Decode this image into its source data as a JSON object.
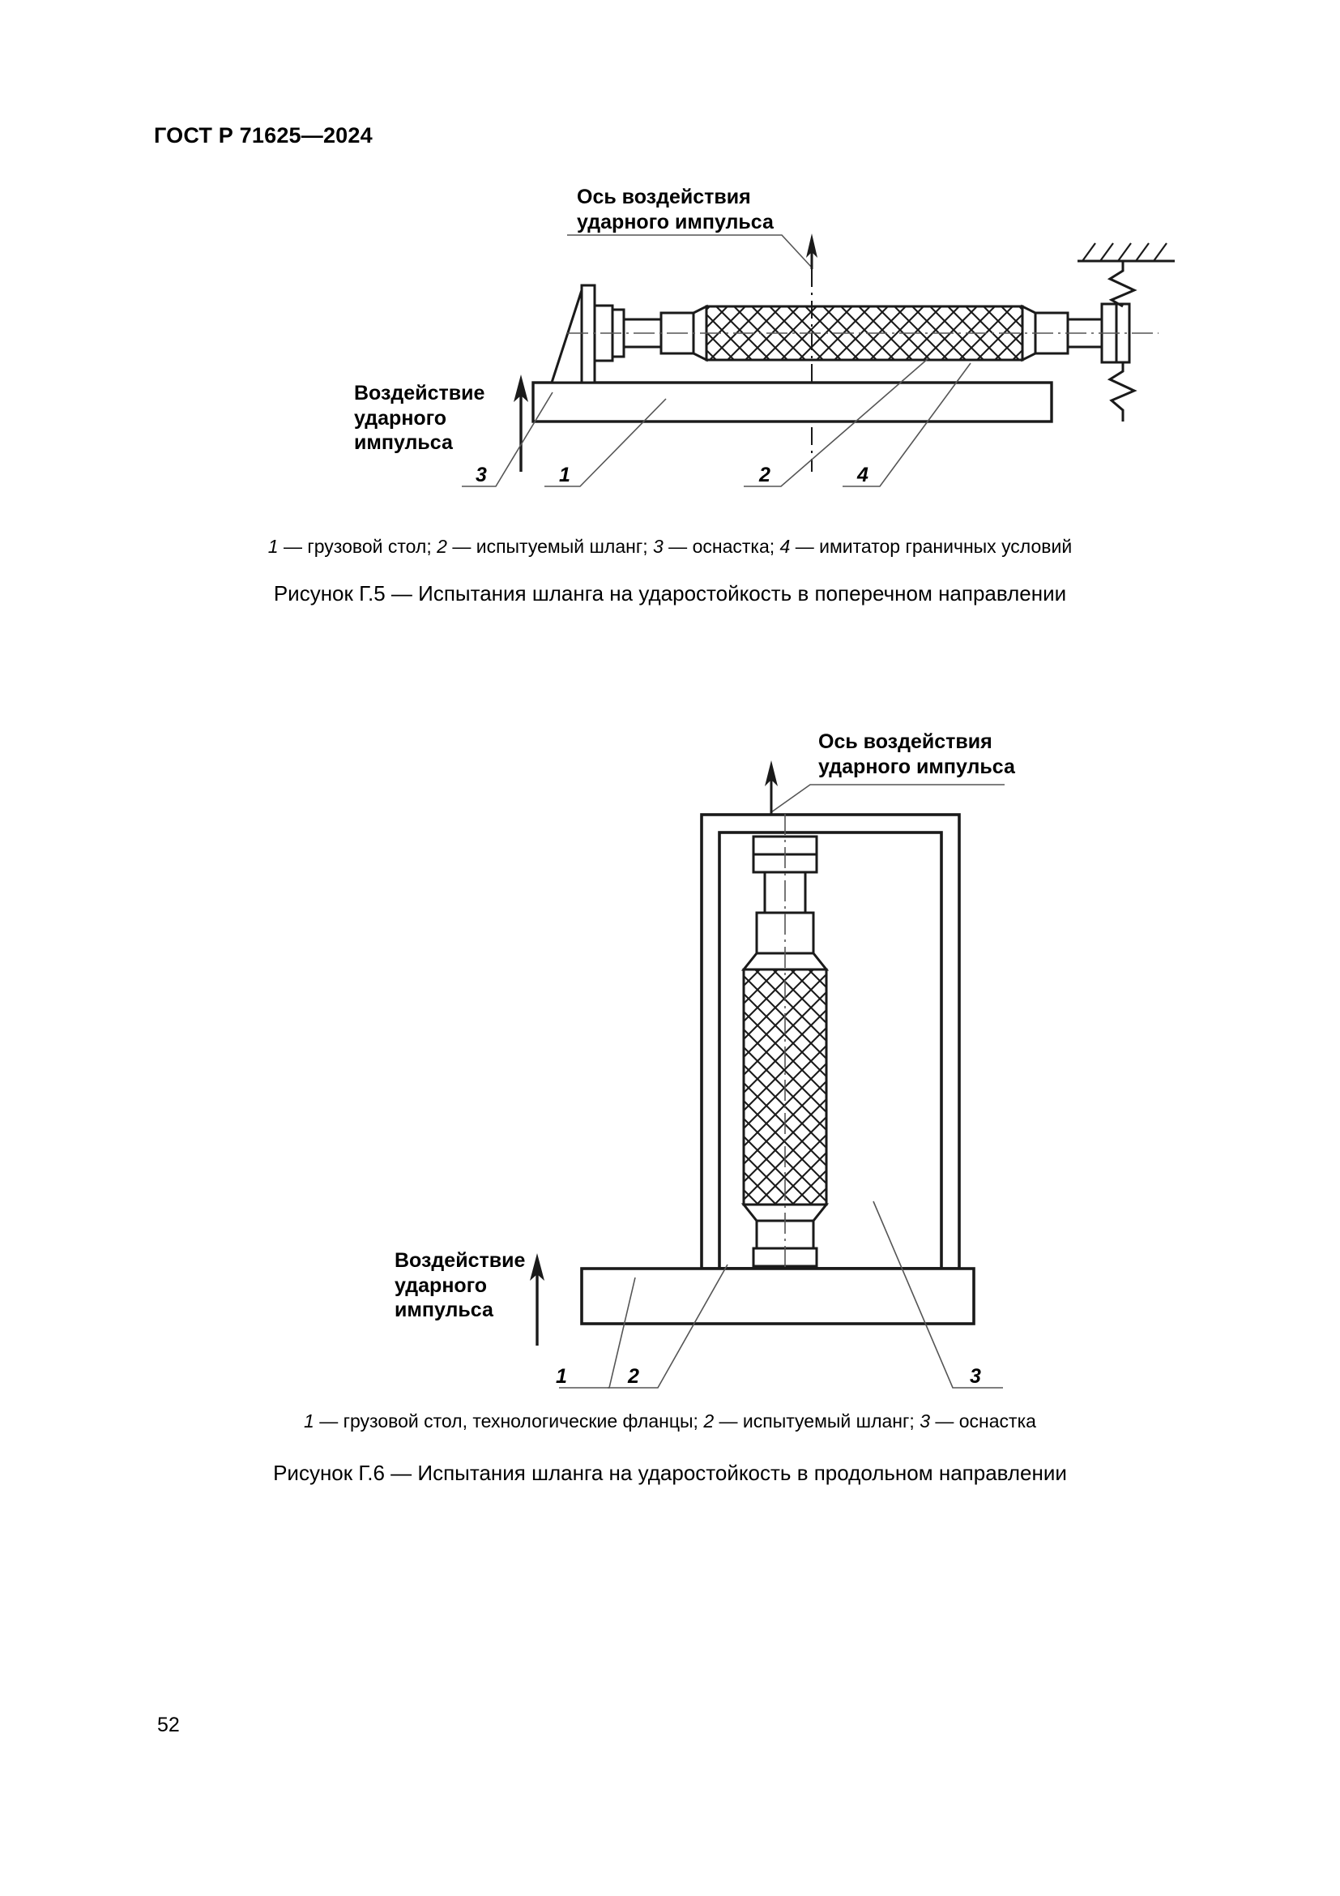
{
  "document": {
    "header": "ГОСТ Р 71625—2024",
    "page_number": "52"
  },
  "figures": [
    {
      "id": "figure-g5",
      "axis_label_line1": "Ось воздействия",
      "axis_label_line2": "ударного импульса",
      "impulse_label_line1": "Воздействие",
      "impulse_label_line2": "ударного",
      "impulse_label_line3": "импульса",
      "callouts": [
        "3",
        "1",
        "2",
        "4"
      ],
      "legend_prefix_1": "1",
      "legend_text_1": " — грузовой стол; ",
      "legend_prefix_2": "2",
      "legend_text_2": " — испытуемый шланг; ",
      "legend_prefix_3": "3",
      "legend_text_3": " — оснастка; ",
      "legend_prefix_4": "4",
      "legend_text_4": " — имитатор граничных условий",
      "caption": "Рисунок Г.5 — Испытания шланга на ударостойкость в поперечном направлении"
    },
    {
      "id": "figure-g6",
      "axis_label_line1": "Ось воздействия",
      "axis_label_line2": "ударного импульса",
      "impulse_label_line1": "Воздействие",
      "impulse_label_line2": "ударного",
      "impulse_label_line3": "импульса",
      "callouts": [
        "1",
        "2",
        "3"
      ],
      "legend_prefix_1": "1",
      "legend_text_1": " — грузовой стол, технологические фланцы; ",
      "legend_prefix_2": "2",
      "legend_text_2": " — испытуемый шланг; ",
      "legend_prefix_3": "3",
      "legend_text_3": " — оснастка",
      "caption": "Рисунок Г.6 — Испытания шланга на ударостойкость в продольном направлении"
    }
  ],
  "colors": {
    "ink": "#1a1a1a",
    "paper": "#ffffff",
    "thin_line": "#555555"
  }
}
